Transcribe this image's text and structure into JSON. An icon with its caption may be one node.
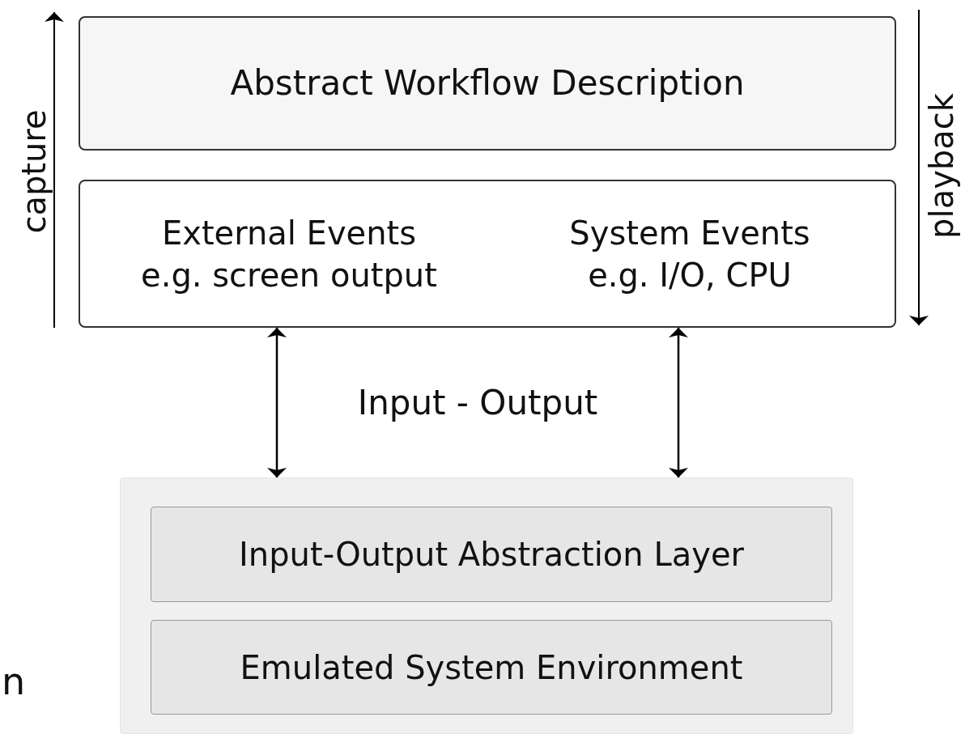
{
  "diagram": {
    "nodes": [
      {
        "text": [
          "Abstract Workflow Description"
        ]
      },
      {
        "text": [
          "External Events e.g. screen output",
          "System Events e.g. I/O, CPU"
        ]
      },
      {
        "text": [],
        "shape": "box"
      },
      {
        "text": [
          "Input-Output Abstraction Layer"
        ],
        "in": 2
      },
      {
        "text": [
          "Emulated System Environment"
        ],
        "in": 2
      }
    ],
    "edges": [
      {
        "from": 1,
        "to": 2,
        "arrow": "both"
      },
      {
        "from": 1,
        "to": 2,
        "arrow": "both"
      }
    ],
    "labels": [
      "capture",
      "playback",
      "Input - Output",
      "n"
    ]
  }
}
